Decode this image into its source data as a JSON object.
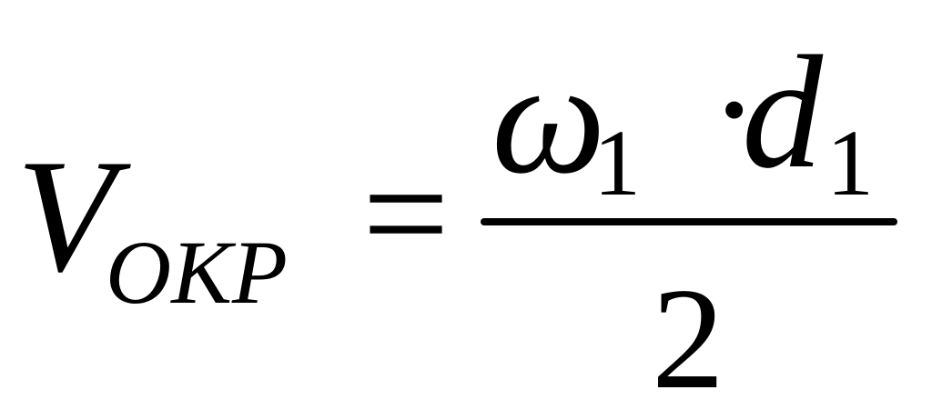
{
  "formula": {
    "lhs": {
      "symbol": "V",
      "subscript": "OKP"
    },
    "operator": "=",
    "numerator": {
      "factor1_symbol": "ω",
      "factor1_subscript": "1",
      "multiply": "·",
      "factor2_symbol": "d",
      "factor2_subscript": "1"
    },
    "denominator": "2"
  }
}
